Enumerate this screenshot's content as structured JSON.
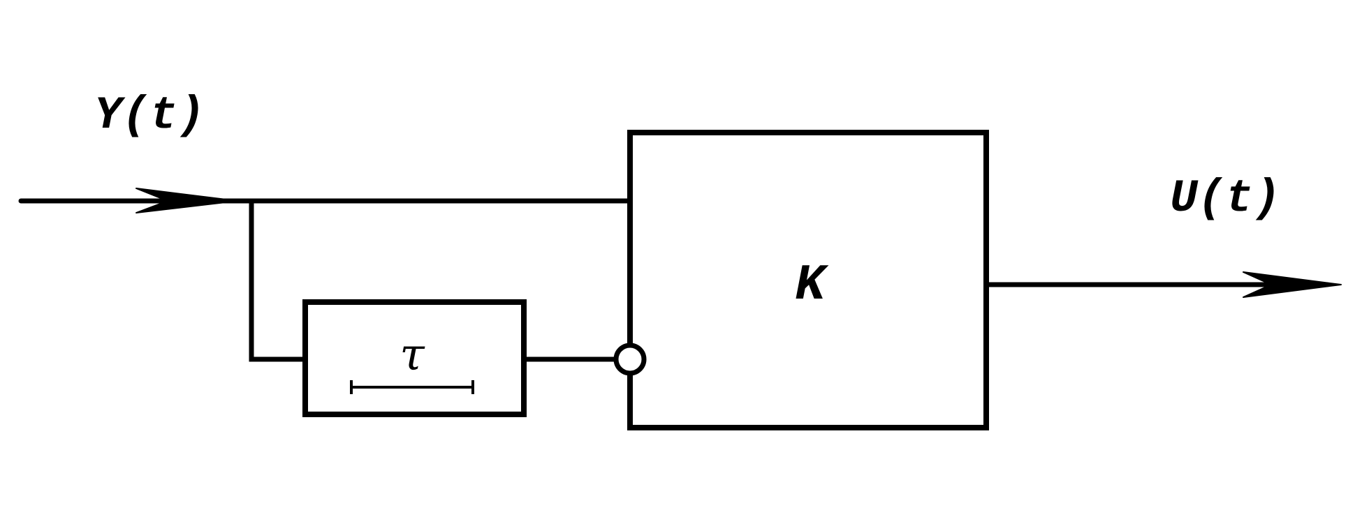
{
  "diagram": {
    "input_signal": "Y(t)",
    "output_signal": "U(t)",
    "main_block_label": "K",
    "delay_block_label": "τ"
  },
  "colors": {
    "line": "#000000",
    "background": "#ffffff"
  }
}
